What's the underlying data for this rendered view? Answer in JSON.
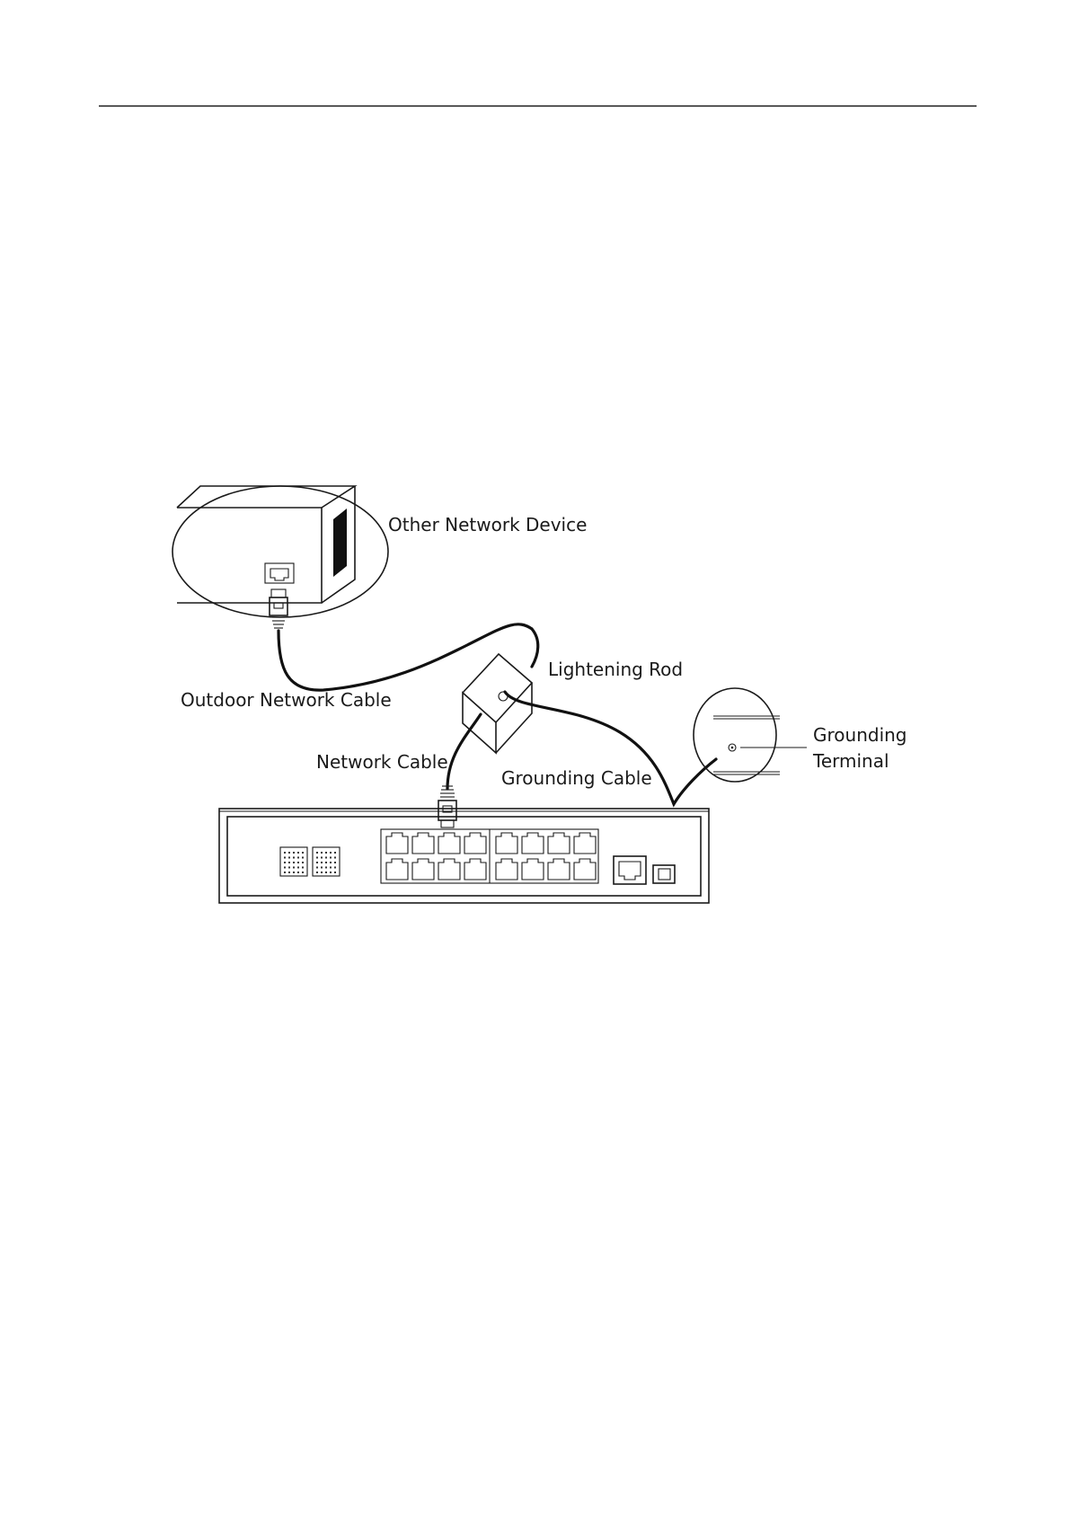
{
  "labels": {
    "other_device": "Other Network Device",
    "lightening_rod": "Lightening Rod",
    "outdoor_cable": "Outdoor Network Cable",
    "network_cable": "Network Cable",
    "grounding_cable": "Grounding Cable",
    "grounding_terminal_line1": "Grounding",
    "grounding_terminal_line2": "Terminal"
  }
}
